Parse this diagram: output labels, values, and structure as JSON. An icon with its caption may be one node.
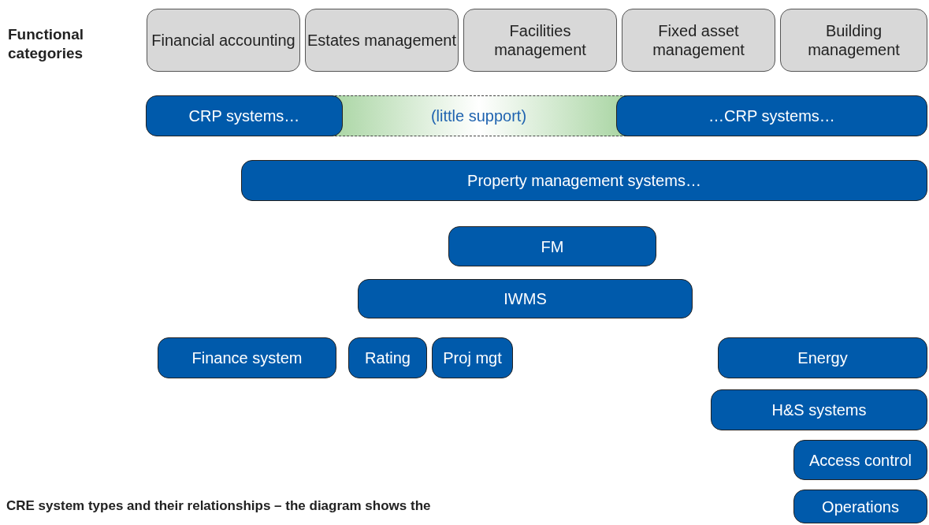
{
  "diagram": {
    "caption": "CRE system types and their relationships – the diagram shows the",
    "nodes": [
      {
        "text": [
          "Financial accounting"
        ]
      },
      {
        "text": [
          "Estates management"
        ]
      },
      {
        "text": [
          "Facilities management"
        ]
      },
      {
        "text": [
          "Fixed asset management"
        ]
      },
      {
        "text": [
          "Building management"
        ]
      },
      {
        "text": [
          "CRP systems…"
        ]
      },
      {
        "text": [
          "(little support)"
        ]
      },
      {
        "text": [
          "…CRP systems…"
        ]
      },
      {
        "text": [
          "Property management systems…"
        ]
      },
      {
        "text": [
          "FM"
        ]
      },
      {
        "text": [
          "IWMS"
        ]
      },
      {
        "text": [
          "Finance system"
        ]
      },
      {
        "text": [
          "Rating"
        ]
      },
      {
        "text": [
          "Proj mgt"
        ]
      },
      {
        "text": [
          "Energy"
        ]
      },
      {
        "text": [
          "H&S systems"
        ]
      },
      {
        "text": [
          "Access control"
        ]
      },
      {
        "text": [
          "Operations"
        ]
      }
    ],
    "edges": [],
    "labels": [
      "Functional categories"
    ]
  }
}
